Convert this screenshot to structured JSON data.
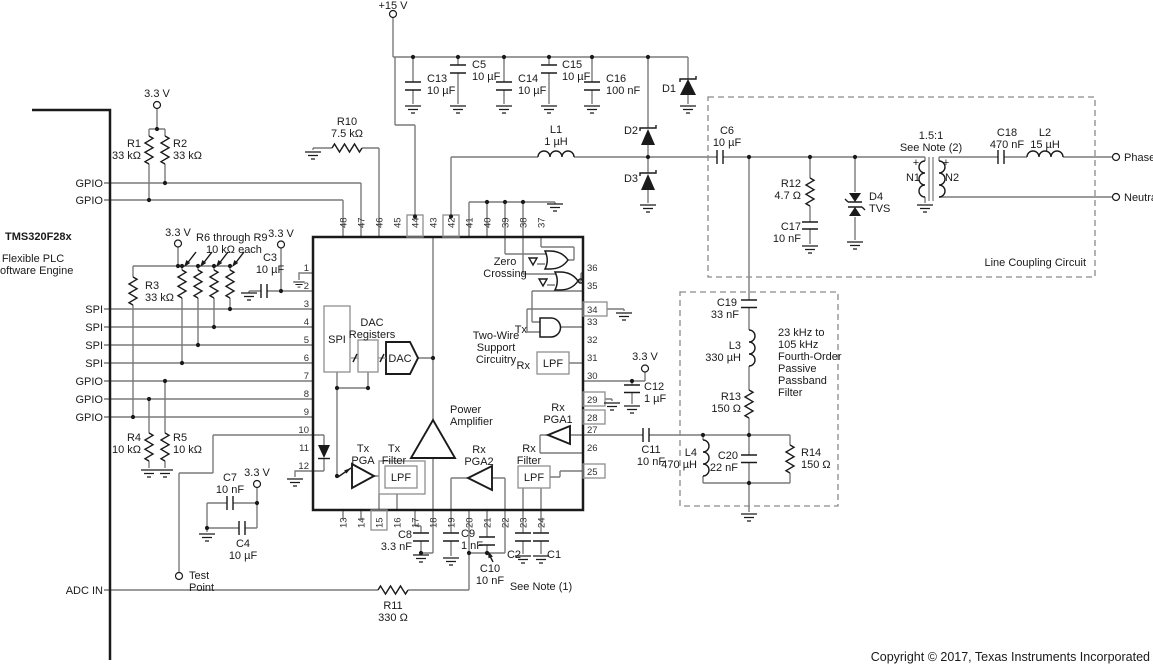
{
  "copyright": "Copyright © 2017, Texas Instruments Incorporated",
  "supply": {
    "v15": "+15 V",
    "v33": "3.3 V"
  },
  "mcu": {
    "name": "TMS320F28x",
    "desc1": "Flexible PLC",
    "desc2": "Software Engine",
    "gpio": "GPIO",
    "spi": "SPI",
    "adc_in": "ADC IN",
    "test1": "Test",
    "test2": "Point"
  },
  "res": {
    "R1": [
      "R1",
      "33 kΩ"
    ],
    "R2": [
      "R2",
      "33 kΩ"
    ],
    "R3": [
      "R3",
      "33 kΩ"
    ],
    "R4": [
      "R4",
      "10 kΩ"
    ],
    "R5": [
      "R5",
      "10 kΩ"
    ],
    "R6_R9": [
      "R6 through R9",
      "10 kΩ each"
    ],
    "R10": [
      "R10",
      "7.5 kΩ"
    ],
    "R11": [
      "R11",
      "330 Ω"
    ],
    "R12": [
      "R12",
      "4.7 Ω"
    ],
    "R13": [
      "R13",
      "150 Ω"
    ],
    "R14": [
      "R14",
      "150 Ω"
    ]
  },
  "cap": {
    "C1": [
      "C1"
    ],
    "C2": [
      "C2"
    ],
    "C3": [
      "C3",
      "10 µF"
    ],
    "C4": [
      "C4",
      "10 µF"
    ],
    "C5": [
      "C5",
      "10 µF"
    ],
    "C6": [
      "C6",
      "10 µF"
    ],
    "C7": [
      "C7",
      "10 nF"
    ],
    "C8": [
      "C8",
      "3.3 nF"
    ],
    "C9": [
      "C9",
      "1 nF"
    ],
    "C10": [
      "C10",
      "10 nF"
    ],
    "C11": [
      "C11",
      "10 nF"
    ],
    "C12": [
      "C12",
      "1 µF"
    ],
    "C13": [
      "C13",
      "10 µF"
    ],
    "C14": [
      "C14",
      "10 µF"
    ],
    "C15": [
      "C15",
      "10 µF"
    ],
    "C16": [
      "C16",
      "100 nF"
    ],
    "C17": [
      "C17",
      "10 nF"
    ],
    "C18": [
      "C18",
      "470 nF"
    ],
    "C19": [
      "C19",
      "33 nF"
    ],
    "C20": [
      "C20",
      "22 nF"
    ]
  },
  "ind": {
    "L1": [
      "L1",
      "1 µH"
    ],
    "L2": [
      "L2",
      "15 µH"
    ],
    "L3": [
      "L3",
      "330 µH"
    ],
    "L4": [
      "L4",
      "470 µH"
    ]
  },
  "diode": {
    "D1": "D1",
    "D2": "D2",
    "D3": "D3",
    "D4": [
      "D4",
      "TVS"
    ]
  },
  "xfmr": {
    "ratio": "1.5:1",
    "note": "See Note (2)",
    "n1": "N1",
    "n2": "N2",
    "plus": "+"
  },
  "afe": {
    "pins_top": [
      "48",
      "47",
      "46",
      "45",
      "44",
      "43",
      "42",
      "41",
      "40",
      "39",
      "38",
      "37"
    ],
    "pins_bottom": [
      "13",
      "14",
      "15",
      "16",
      "17",
      "18",
      "19",
      "20",
      "21",
      "22",
      "23",
      "24"
    ],
    "pins_left": [
      "1",
      "2",
      "3",
      "4",
      "5",
      "6",
      "7",
      "8",
      "9",
      "10",
      "11",
      "12"
    ],
    "pins_right": [
      "36",
      "35",
      "34",
      "33",
      "32",
      "31",
      "30",
      "29",
      "28",
      "27",
      "26",
      "25"
    ],
    "blocks": {
      "spi": "SPI",
      "dacreg1": "DAC",
      "dacreg2": "Registers",
      "dac": "DAC",
      "zero1": "Zero",
      "zero2": "Crossing",
      "tw1": "Two-Wire",
      "tw2": "Support",
      "tw3": "Circuitry",
      "tx": "Tx",
      "rx": "Rx",
      "lpf": "LPF",
      "pa1": "Power",
      "pa2": "Amplifier",
      "txpga1": "Tx",
      "txpga2": "PGA",
      "txfil1": "Tx",
      "txfil2": "Filter",
      "rxpga2_1": "Rx",
      "rxpga2_2": "PGA2",
      "rxfil1": "Rx",
      "rxfil2": "Filter",
      "rxpga1_1": "Rx",
      "rxpga1_2": "PGA1"
    }
  },
  "coupling": {
    "title": "Line Coupling Circuit",
    "phase": "Phase",
    "neutral": "Neutral"
  },
  "filter": {
    "note": [
      "23 kHz to",
      "105 kHz",
      "Fourth-Order",
      "Passive",
      "Passband",
      "Filter"
    ]
  },
  "notes": {
    "note1": "See Note (1)"
  }
}
